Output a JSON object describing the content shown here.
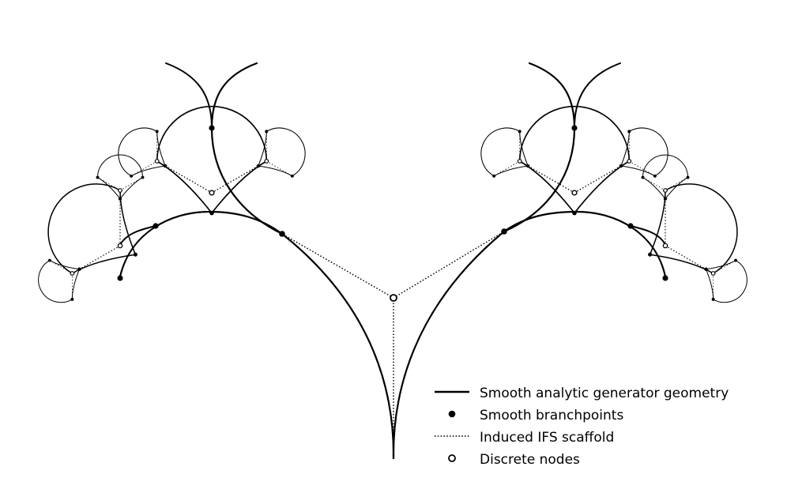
{
  "colors": {
    "curve": "#000000",
    "smooth_point": "#000000",
    "discrete_fill": "#ffffff",
    "scaffold": "#000000"
  },
  "legend": {
    "items": [
      {
        "key": "solid-line",
        "label": "Smooth analytic generator geometry"
      },
      {
        "key": "filled-dot",
        "label": "Smooth branchpoints"
      },
      {
        "key": "dotted-line",
        "label": "Induced IFS scaffold"
      },
      {
        "key": "hollow-dot",
        "label": "Discrete nodes"
      }
    ]
  }
}
